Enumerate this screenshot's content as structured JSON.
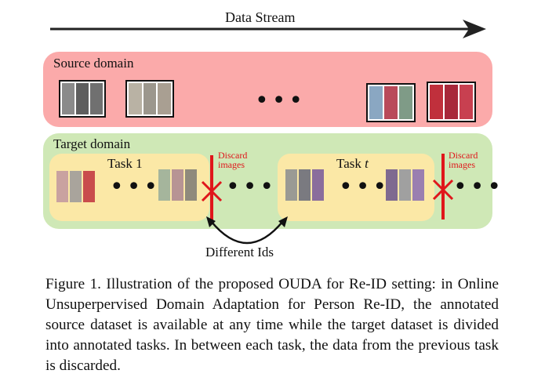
{
  "figure": {
    "stream_label": "Data Stream",
    "source_label": "Source domain",
    "target_label": "Target domain",
    "task1_label": "Task 1",
    "taskt_label_prefix": "Task ",
    "taskt_label_var": "t",
    "discard_label_1": "Discard",
    "discard_label_2": "images",
    "different_ids_label": "Different Ids",
    "colors": {
      "source_panel": "#fbaaaa",
      "target_panel": "#cfe8b6",
      "task_box": "#fbe8a6",
      "discard_red": "#e0161b"
    }
  },
  "caption": {
    "text": "Figure 1.  Illustration of the proposed OUDA for Re-ID setting: in Online Unsuperpervised Domain Adaptation for Person Re-ID, the annotated source dataset is available at any time while the target dataset is divided into annotated tasks. In between each task, the data from the previous task is discarded."
  }
}
